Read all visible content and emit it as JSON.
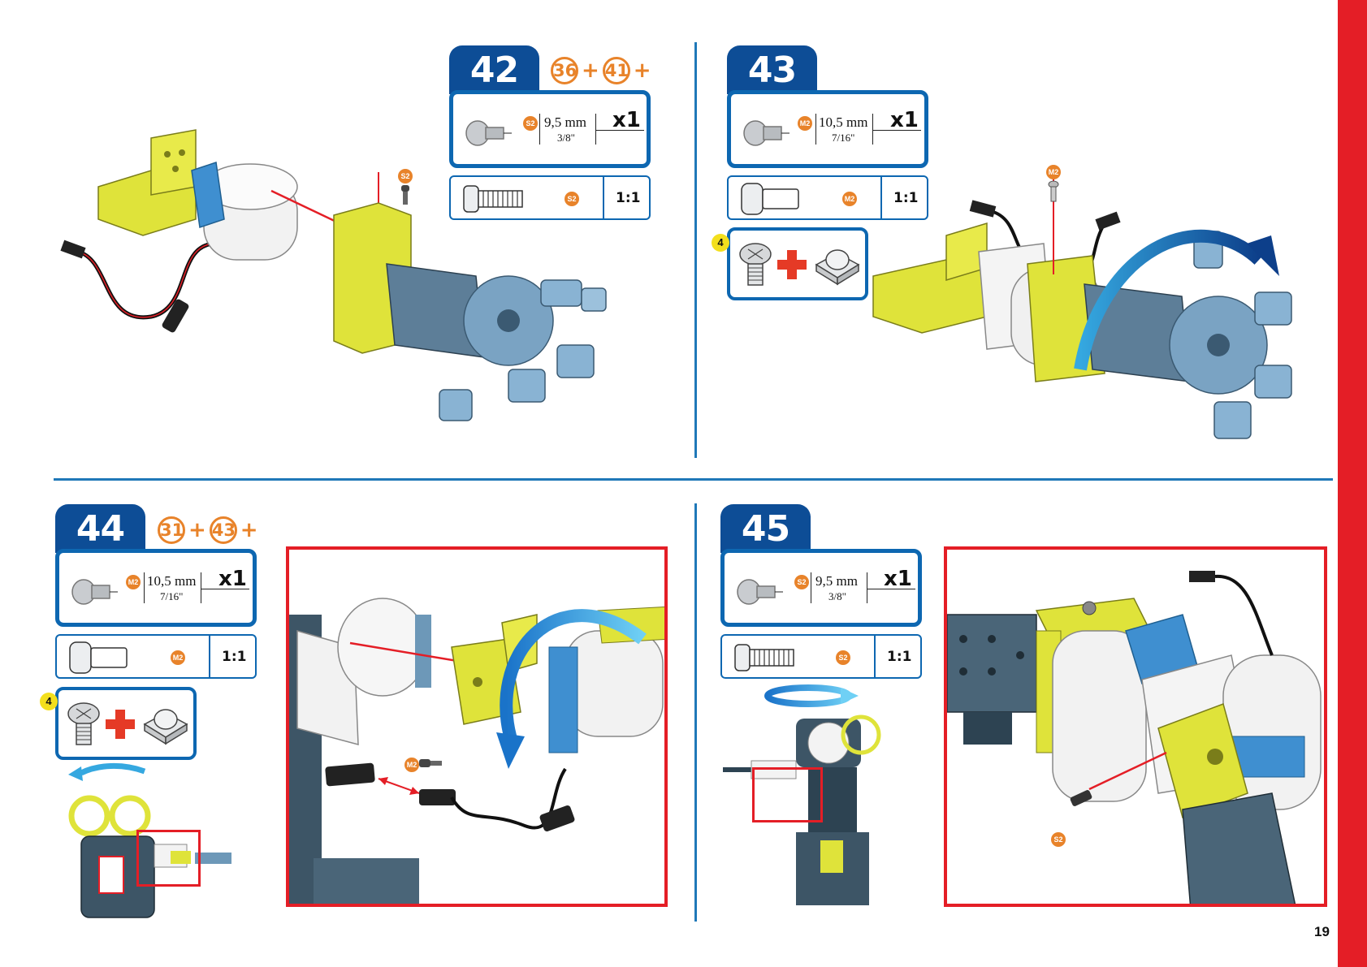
{
  "page_number": "19",
  "steps": [
    {
      "number": "42",
      "refs": [
        "36",
        "41"
      ],
      "ref_suffix": "+",
      "part": {
        "code": "S2",
        "length_mm": "9,5 mm",
        "length_in": "3/8\"",
        "qty": "x1",
        "scale": "1:1"
      },
      "callout": "S2"
    },
    {
      "number": "43",
      "refs": [],
      "part": {
        "code": "M2",
        "length_mm": "10,5 mm",
        "length_in": "7/16\"",
        "qty": "x1",
        "scale": "1:1"
      },
      "hint_number": "4",
      "callout": "M2"
    },
    {
      "number": "44",
      "refs": [
        "31",
        "43"
      ],
      "ref_suffix": "+",
      "part": {
        "code": "M2",
        "length_mm": "10,5 mm",
        "length_in": "7/16\"",
        "qty": "x1",
        "scale": "1:1"
      },
      "hint_number": "4",
      "callout": "M2"
    },
    {
      "number": "45",
      "refs": [],
      "part": {
        "code": "S2",
        "length_mm": "9,5 mm",
        "length_in": "3/8\"",
        "qty": "x1",
        "scale": "1:1"
      },
      "callout": "S2"
    }
  ],
  "colors": {
    "accent_red": "#e41e26",
    "navy": "#0d4d96",
    "blue": "#0d67b1",
    "orange": "#e8832a",
    "part_yellow": "#dfe33a",
    "part_blue": "#6d98b8"
  }
}
